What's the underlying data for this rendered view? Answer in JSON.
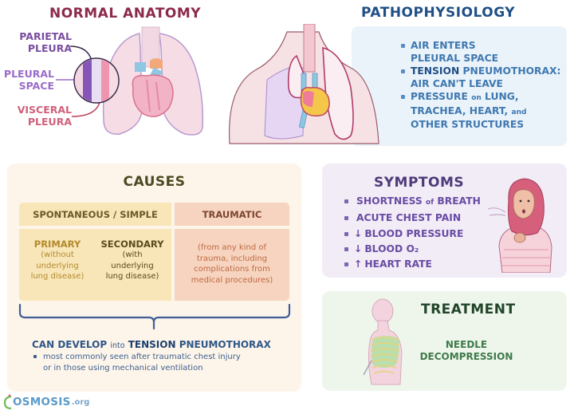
{
  "colors": {
    "normal_title": "#8c2a4a",
    "patho_title": "#1f4f86",
    "patho_box": "#eaf3fa",
    "causes_box": "#fdf5ea",
    "spontaneous_fill": "#f8e6b8",
    "traumatic_fill": "#f6d4bf",
    "symptoms_box": "#f1ecf6",
    "treatment_box": "#eef6ec",
    "logo": "#5b9ac9"
  },
  "normal_anatomy": {
    "title": "NORMAL ANATOMY",
    "labels": {
      "parietal": "PARIETAL PLEURA",
      "space": "PLEURAL SPACE",
      "visceral": "VISCERAL PLEURA"
    },
    "illustration": "lungs-with-heart-and-pleura-inset-icon"
  },
  "pathophysiology": {
    "title": "PATHOPHYSIOLOGY",
    "illustration": "collapsed-lung-torso-icon",
    "bullets": [
      {
        "text": "AIR ENTERS\nPLEURAL SPACE"
      },
      {
        "emph": "TENSION",
        "text": " PNEUMOTHORAX:\nAIR CAN'T LEAVE"
      },
      {
        "text_a": "PRESSURE ",
        "small_a": "on",
        "text_b": " LUNG,\nTRACHEA, HEART, ",
        "small_b": "and",
        "text_c": "\nOTHER STRUCTURES"
      }
    ]
  },
  "causes": {
    "title": "CAUSES",
    "table": {
      "headers": [
        "SPONTANEOUS / SIMPLE",
        "TRAUMATIC"
      ],
      "spontaneous": [
        {
          "title": "PRIMARY",
          "desc": "(without\nunderlying\nlung disease)"
        },
        {
          "title": "SECONDARY",
          "desc": "(with\nunderlying\nlung disease)"
        }
      ],
      "traumatic_desc": "(from any kind of\ntrauma, including\ncomplications from\nmedical procedures)"
    },
    "outcome": {
      "prefix": "CAN DEVELOP ",
      "small": "into",
      "emph": " TENSION",
      "suffix": " PNEUMOTHORAX",
      "note": "most commonly seen after traumatic chest injury\nor in those using mechanical ventilation"
    }
  },
  "symptoms": {
    "title": "SYMPTOMS",
    "illustration": "woman-short-of-breath-icon",
    "items": [
      {
        "arrow": "",
        "text": "SHORTNESS ",
        "small": "of",
        "text2": " BREATH"
      },
      {
        "arrow": "",
        "text": "ACUTE CHEST PAIN",
        "small": "",
        "text2": ""
      },
      {
        "arrow": "↓",
        "text": "BLOOD PRESSURE",
        "small": "",
        "text2": ""
      },
      {
        "arrow": "↓",
        "text": "BLOOD O₂",
        "small": "",
        "text2": ""
      },
      {
        "arrow": "↑",
        "text": "HEART RATE",
        "small": "",
        "text2": ""
      }
    ]
  },
  "treatment": {
    "title": "TREATMENT",
    "illustration": "torso-ribcage-needle-icon",
    "desc": "NEEDLE\nDECOMPRESSION"
  },
  "logo": {
    "name": "OSMOSIS",
    "suffix": ".org"
  }
}
